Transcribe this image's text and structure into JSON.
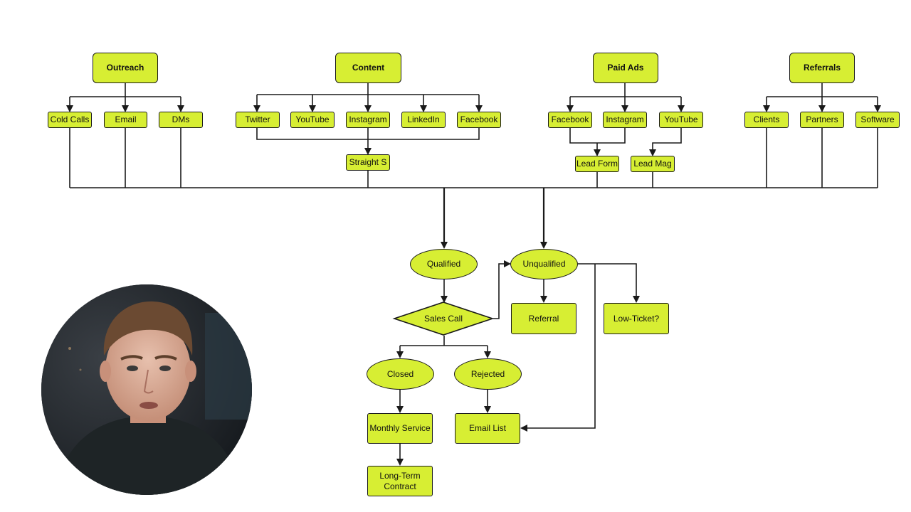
{
  "colors": {
    "node_fill": "#d7ee33",
    "stroke": "#1a1a1a",
    "background": "#ffffff"
  },
  "categories": {
    "outreach": "Outreach",
    "content": "Content",
    "paid_ads": "Paid Ads",
    "referrals": "Referrals"
  },
  "outreach_channels": [
    "Cold Calls",
    "Email",
    "DMs"
  ],
  "content_channels": [
    "Twitter",
    "YouTube",
    "Instagram",
    "LinkedIn",
    "Facebook"
  ],
  "content_funnel": "Straight S",
  "paid_channels": [
    "Facebook",
    "Instagram",
    "YouTube"
  ],
  "paid_funnels": [
    "Lead Form",
    "Lead Mag"
  ],
  "referral_channels": [
    "Clients",
    "Partners",
    "Software"
  ],
  "flow": {
    "qualified": "Qualified",
    "unqualified": "Unqualified",
    "sales_call": "Sales Call",
    "referral": "Referral",
    "low_ticket": "Low-Ticket?",
    "closed": "Closed",
    "rejected": "Rejected",
    "monthly_service": "Monthly Service",
    "email_list": "Email List",
    "long_term_contract": "Long-Term\nContract"
  },
  "presenter": {
    "avatar_icon": "presenter-avatar"
  }
}
